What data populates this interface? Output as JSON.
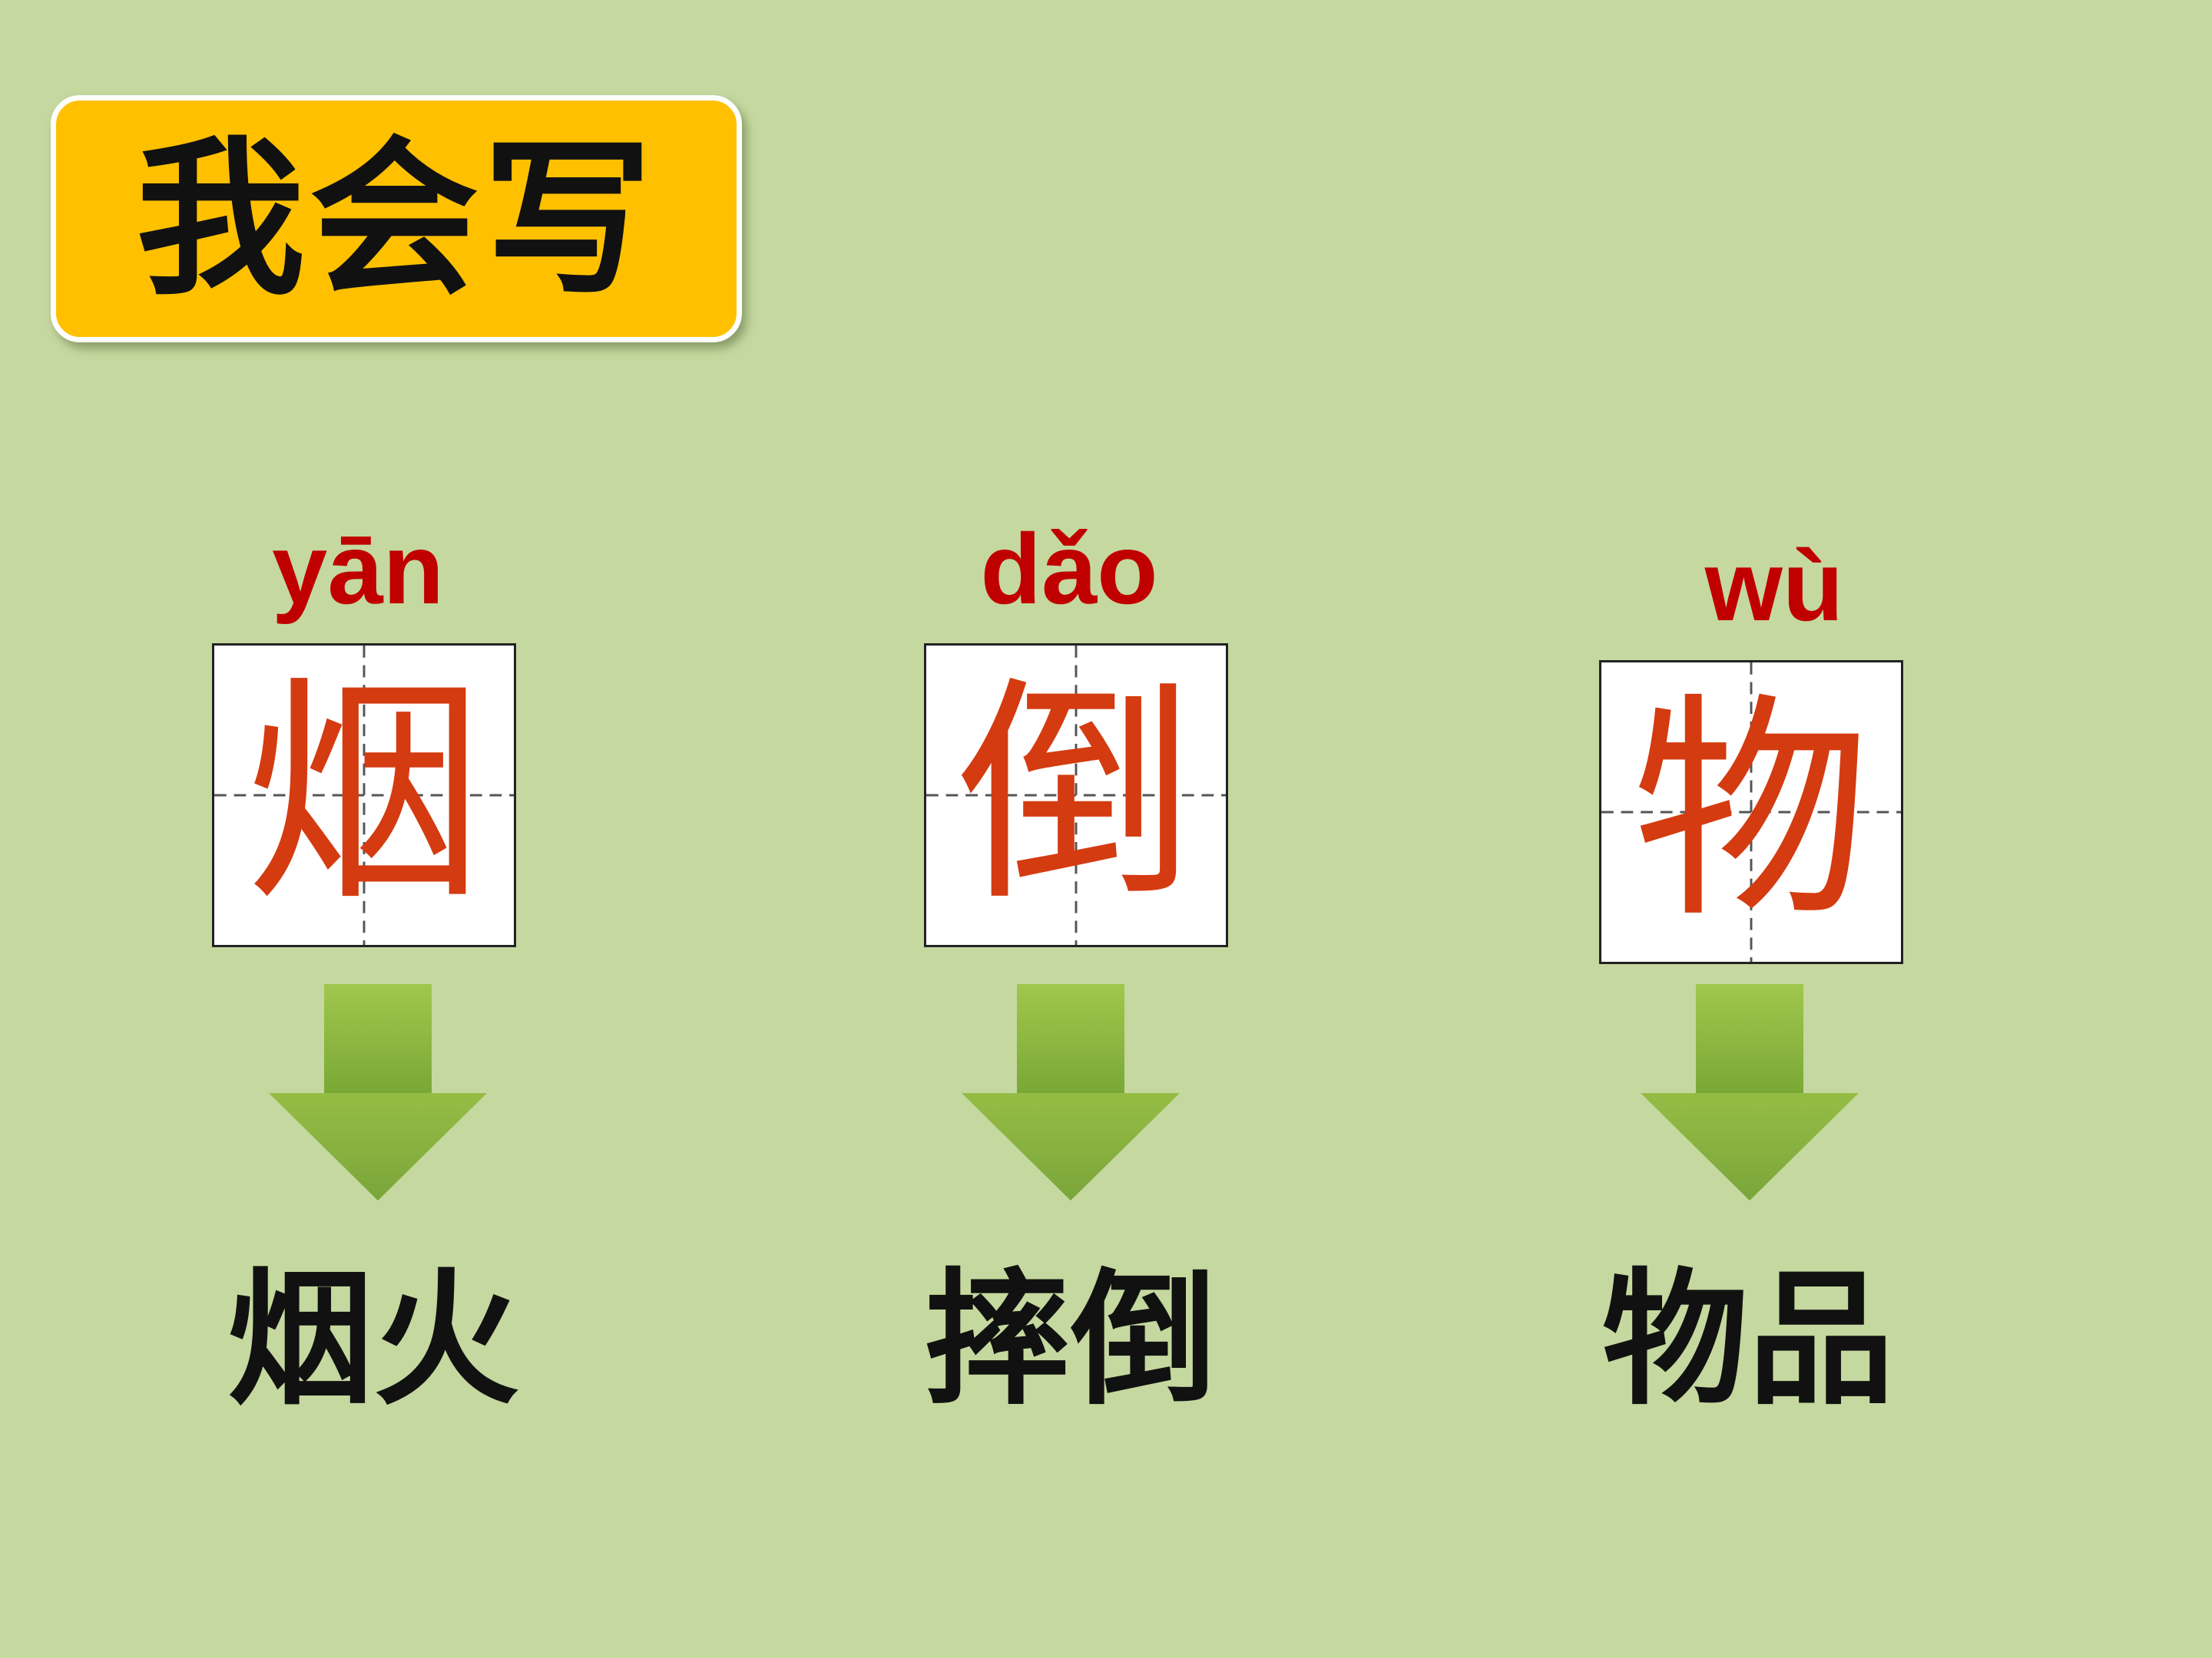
{
  "slide": {
    "title": "我会写",
    "background_color": "#c5d89f",
    "title_badge_color": "#ffc000",
    "pinyin_color": "#c00000",
    "character_color": "#d43b10",
    "arrow_color": "#7fae3a",
    "items": [
      {
        "pinyin": "yān",
        "character": "烟",
        "word": "烟火"
      },
      {
        "pinyin": "dǎo",
        "character": "倒",
        "word": "摔倒"
      },
      {
        "pinyin": "wù",
        "character": "物",
        "word": "物品"
      }
    ]
  }
}
